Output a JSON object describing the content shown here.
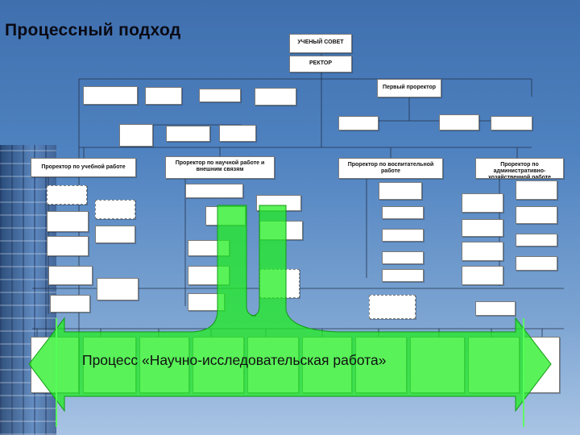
{
  "slide": {
    "title": "Процессный подход"
  },
  "chart": {
    "top": [
      "УЧЕНЫЙ СОВЕТ",
      "РЕКТОР"
    ],
    "first_prorector": "Первый проректор",
    "prorectors": [
      "Проректор по учебной работе",
      "Проректор по научной работе и внешним связям",
      "Проректор по воспитательной работе",
      "Проректор по административно-хозяйственной работе"
    ],
    "process_label": "Процесс «Научно-исследовательская работа»"
  }
}
